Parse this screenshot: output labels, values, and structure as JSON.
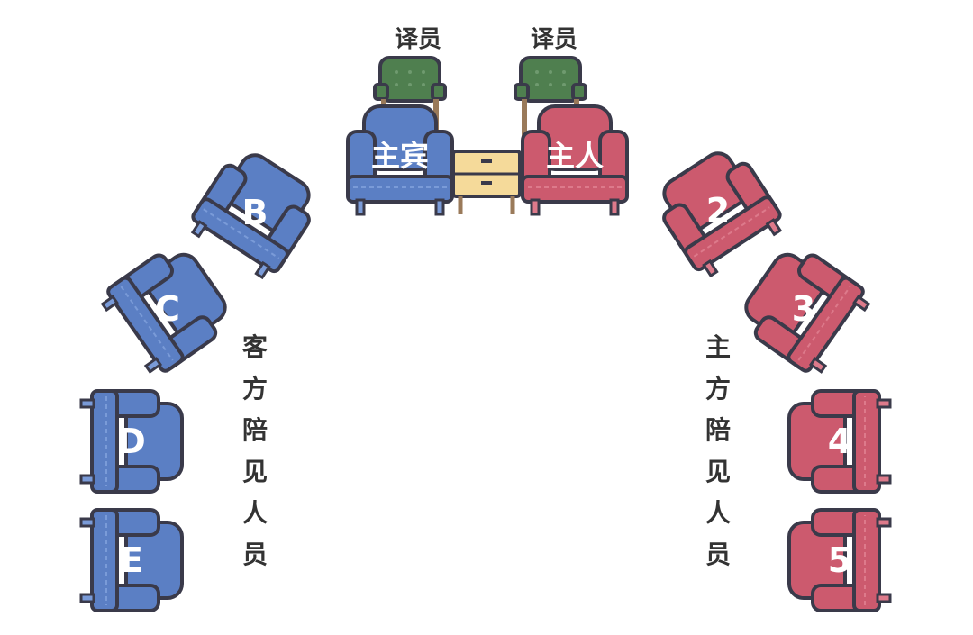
{
  "colors": {
    "guest": "#5b7fc4",
    "guest_light": "#7a9bd8",
    "guest_dark": "#3e5a95",
    "host": "#cc5a6e",
    "host_light": "#dd7a8b",
    "host_dark": "#9a3a4e",
    "interpreter": "#4f7f4f",
    "interpreter_light": "#6f9a6f",
    "table": "#f5da9a",
    "outline": "#3a3a4a",
    "wood": "#9a7a5a",
    "text_dark": "#333333",
    "text_light": "#ffffff"
  },
  "interpreters": [
    {
      "label": "译员"
    },
    {
      "label": "译员"
    }
  ],
  "main_seats": {
    "guest": "主宾",
    "host": "主人"
  },
  "guest_side": {
    "seats": [
      "B",
      "C",
      "D",
      "E"
    ],
    "caption": "客方陪见人员"
  },
  "host_side": {
    "seats": [
      "2",
      "3",
      "4",
      "5"
    ],
    "caption": "主方陪见人员"
  }
}
